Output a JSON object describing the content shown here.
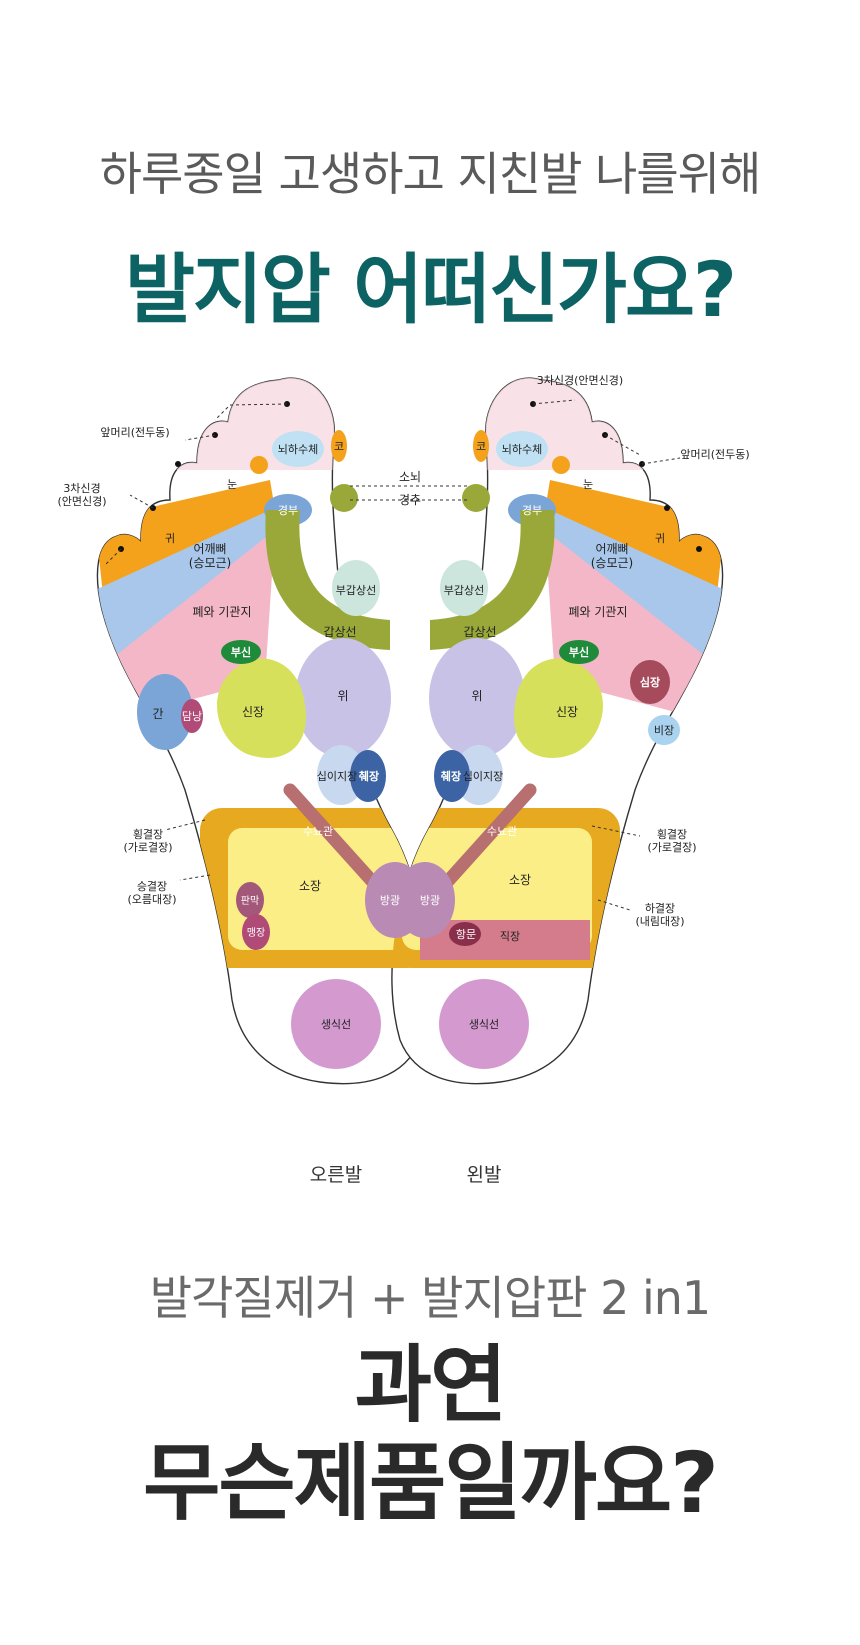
{
  "header": {
    "top_line": "하루종일 고생하고 지친발 나를위해",
    "main_line": "발지압 어떠신가요?"
  },
  "foot_map": {
    "right_foot": {
      "caption": "오른발",
      "labels": {
        "head_front": "앞머리(전두동)",
        "trigeminal": "3차신경\n(안면신경)",
        "pituitary": "뇌하수체",
        "nose": "코",
        "eye": "눈",
        "ear": "귀",
        "neck": "경부",
        "shoulder": "어깨뼈\n(승모근)",
        "parathyroid": "부갑상선",
        "lung": "폐와 기관지",
        "thyroid": "갑상선",
        "adrenal": "부신",
        "liver": "간",
        "gallbladder": "담낭",
        "kidney": "신장",
        "stomach": "위",
        "duodenum": "십이지장",
        "pancreas": "췌장",
        "ureter": "수뇨관",
        "transverse_colon": "횡결장\n(가로결장)",
        "ascending_colon": "승결장\n(오름대장)",
        "valve": "판막",
        "appendix": "맹장",
        "small_intestine": "소장",
        "bladder": "방광",
        "gonad": "생식선"
      }
    },
    "left_foot": {
      "caption": "왼발",
      "labels": {
        "trigeminal": "3차신경(안면신경)",
        "head_front": "앞머리(전두동)",
        "nose": "코",
        "pituitary": "뇌하수체",
        "eye": "눈",
        "ear": "귀",
        "neck": "경부",
        "shoulder": "어깨뼈\n(승모근)",
        "parathyroid": "부갑상선",
        "lung": "폐와 기관지",
        "thyroid": "갑상선",
        "adrenal": "부신",
        "heart": "심장",
        "spleen": "비장",
        "kidney": "신장",
        "stomach": "위",
        "duodenum": "십이지장",
        "pancreas": "췌장",
        "ureter": "수뇨관",
        "transverse_colon": "횡결장\n(가로결장)",
        "descending_colon": "하결장\n(내림대장)",
        "small_intestine": "소장",
        "bladder": "방광",
        "anus": "항문",
        "rectum": "직장",
        "gonad": "생식선"
      }
    },
    "center_labels": {
      "cerebellum": "소뇌",
      "cervical": "경추"
    },
    "colors": {
      "orange": "#f4a21c",
      "blue": "#a9c7ea",
      "pink": "#f4b7c7",
      "green": "#1f8a3a",
      "olive": "#9aa83a",
      "lavender": "#c8c2e6",
      "yellow": "#fbee86",
      "lime": "#d7e05a",
      "rose": "#d47b8c",
      "gold": "#e6a91f",
      "mauve": "#b98bb4",
      "purple": "#d49ad0"
    }
  },
  "footer": {
    "sub_line": "발각질제거 + 발지압판 2 in1",
    "q_line1": "과연",
    "q_line2": "무슨제품일까요?"
  }
}
